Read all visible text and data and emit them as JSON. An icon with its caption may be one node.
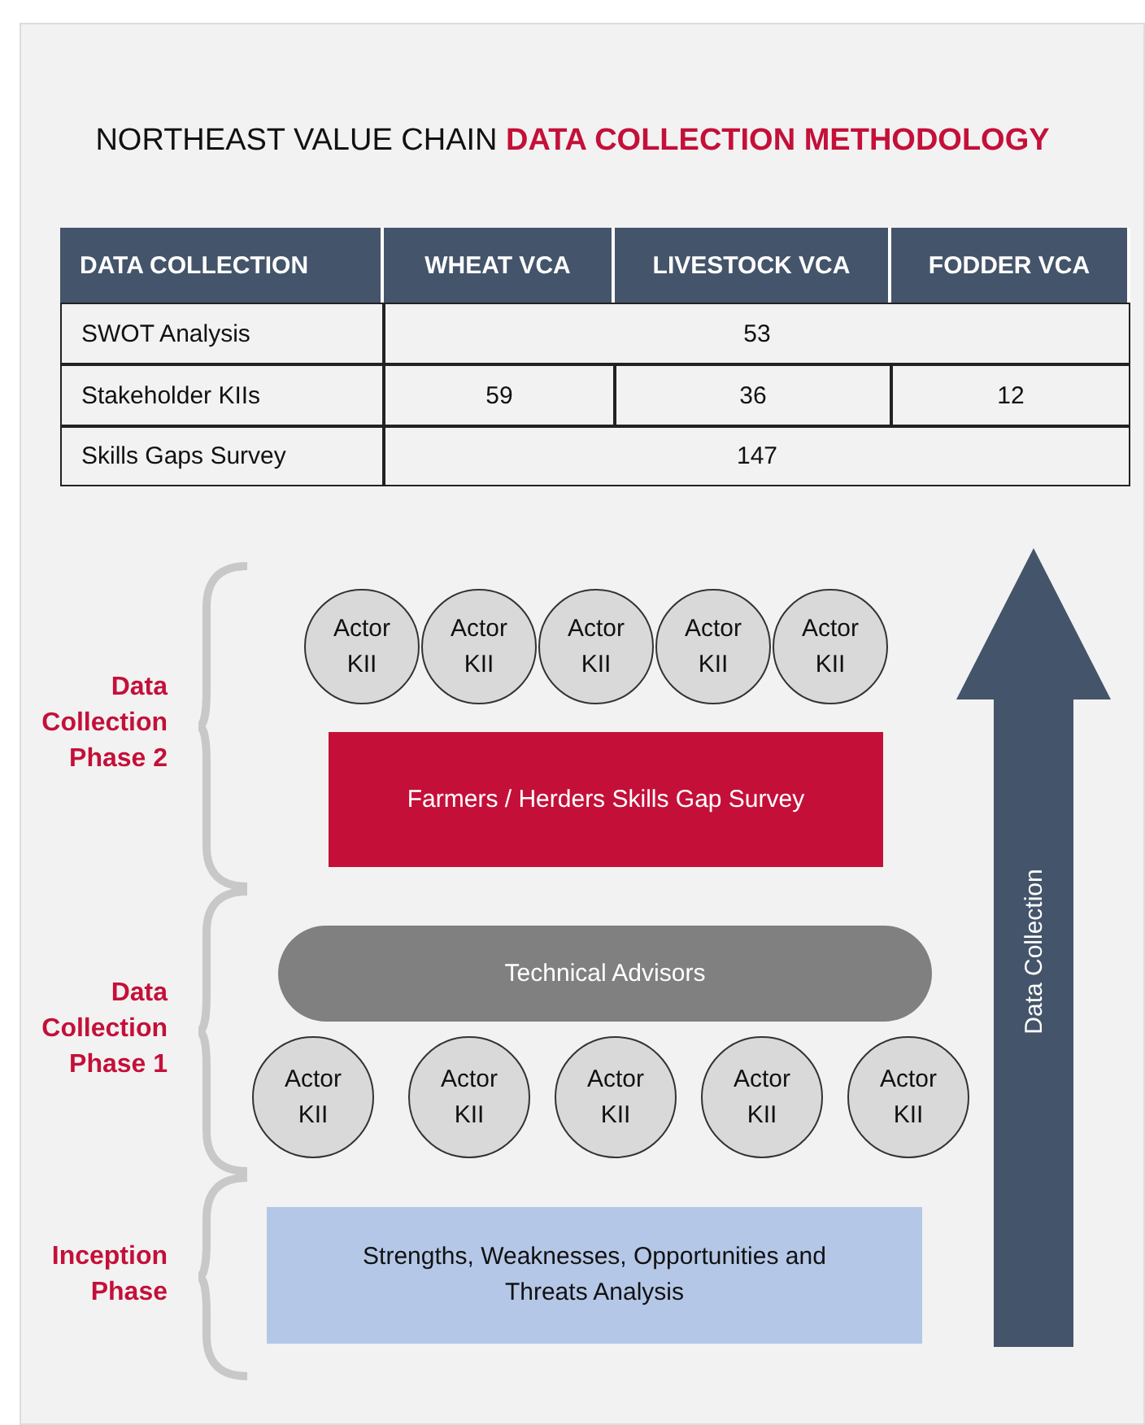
{
  "diagram": {
    "title": "NORTHEAST VALUE CHAIN **DATA COLLECTION METHODOLOGY**",
    "nodes": [
      {
        "text": [
          "Actor KII"
        ]
      },
      {
        "text": [
          "Actor KII"
        ]
      },
      {
        "text": [
          "Actor KII"
        ]
      },
      {
        "text": [
          "Actor KII"
        ]
      },
      {
        "text": [
          "Actor KII"
        ]
      },
      {
        "text": [
          "Farmers / Herders Skills Gap  Survey"
        ]
      },
      {
        "text": [
          "Technical Advisors"
        ]
      },
      {
        "text": [
          "Actor KII"
        ]
      },
      {
        "text": [
          "Actor KII"
        ]
      },
      {
        "text": [
          "Actor KII"
        ]
      },
      {
        "text": [
          "Actor KII"
        ]
      },
      {
        "text": [
          "Actor KII"
        ]
      },
      {
        "text": [
          "Strengths, Weaknesses, Opportunities and Threats Analysis"
        ]
      },
      {
        "text": [
          "Data Collection"
        ]
      }
    ],
    "labels": [
      "DATA COLLECTION",
      "WHEAT VCA",
      "LIVESTOCK VCA",
      "FODDER VCA",
      "SWOT Analysis",
      "53",
      "Stakeholder KIIs",
      "59",
      "36",
      "12",
      "Skills Gaps Survey",
      "147",
      "Data Collection Phase 2",
      "Data Collection Phase 1",
      "Inception Phase"
    ]
  }
}
